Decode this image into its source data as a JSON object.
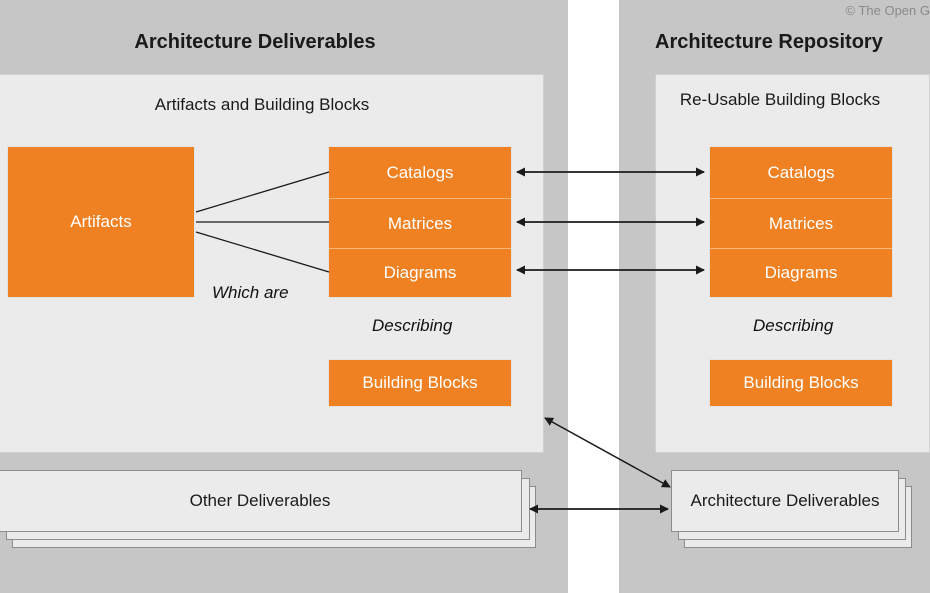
{
  "copyright": "© The Open G",
  "colors": {
    "orange": "#ef8122",
    "panel_gray": "#c6c6c6",
    "inner_gray": "#ebebeb",
    "text": "#1a1a1a",
    "arrow": "#1a1a1a"
  },
  "left_panel": {
    "title": "Architecture Deliverables",
    "inner_title": "Artifacts and Building Blocks",
    "artifacts_label": "Artifacts",
    "artifact_types": [
      "Catalogs",
      "Matrices",
      "Diagrams"
    ],
    "connector_label": "Which are",
    "describing_label": "Describing",
    "building_blocks_label": "Building Blocks",
    "bottom_card_label": "Other Deliverables"
  },
  "right_panel": {
    "title": "Architecture Repository",
    "inner_title": "Re-Usable Building Blocks",
    "artifact_types": [
      "Catalogs",
      "Matrices",
      "Diagrams"
    ],
    "describing_label": "Describing",
    "building_blocks_label": "Building Blocks",
    "bottom_card_label": "Architecture Deliverables"
  },
  "connections": [
    {
      "from": "Artifacts",
      "to": "Catalogs",
      "style": "line"
    },
    {
      "from": "Artifacts",
      "to": "Matrices",
      "style": "line"
    },
    {
      "from": "Artifacts",
      "to": "Diagrams",
      "style": "line"
    },
    {
      "from": "Catalogs (Deliverables)",
      "to": "Catalogs (Repository)",
      "style": "double-arrow"
    },
    {
      "from": "Matrices (Deliverables)",
      "to": "Matrices (Repository)",
      "style": "double-arrow"
    },
    {
      "from": "Diagrams (Deliverables)",
      "to": "Diagrams (Repository)",
      "style": "double-arrow"
    },
    {
      "from": "Artifacts and Building Blocks",
      "to": "Architecture Deliverables",
      "style": "double-arrow"
    },
    {
      "from": "Other Deliverables",
      "to": "Architecture Deliverables",
      "style": "double-arrow"
    }
  ]
}
